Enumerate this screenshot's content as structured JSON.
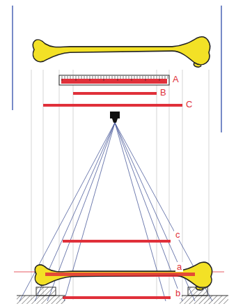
{
  "diagram": {
    "labels": [
      "A",
      "B",
      "C",
      "c",
      "a",
      "b"
    ]
  }
}
